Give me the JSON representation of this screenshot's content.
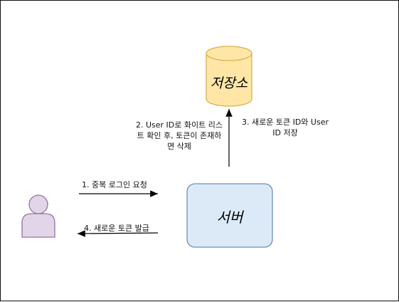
{
  "nodes": {
    "storage": {
      "title": "저장소",
      "fill": "#FFE6A6",
      "stroke": "#D6B24C"
    },
    "server": {
      "title": "서버",
      "fill": "#DCEAF8",
      "stroke": "#6C8EBF"
    },
    "user": {
      "icon": "user-icon",
      "fill": "#E1D5E7",
      "stroke": "#9673A6"
    }
  },
  "edges": {
    "step1": {
      "label": "1. 중복 로그인 요청"
    },
    "step2": {
      "line1": "2. User ID로 화이트 리스",
      "line2": "트 확인 후, 토큰이 존재하",
      "line3": "면 삭제"
    },
    "step3": {
      "line1": "3. 새로운 토큰 ID와 User",
      "line2": "ID 저장"
    },
    "step4": {
      "label": "4. 새로운 토큰 발급"
    }
  },
  "colors": {
    "line": "#000000",
    "border": "#111111"
  }
}
